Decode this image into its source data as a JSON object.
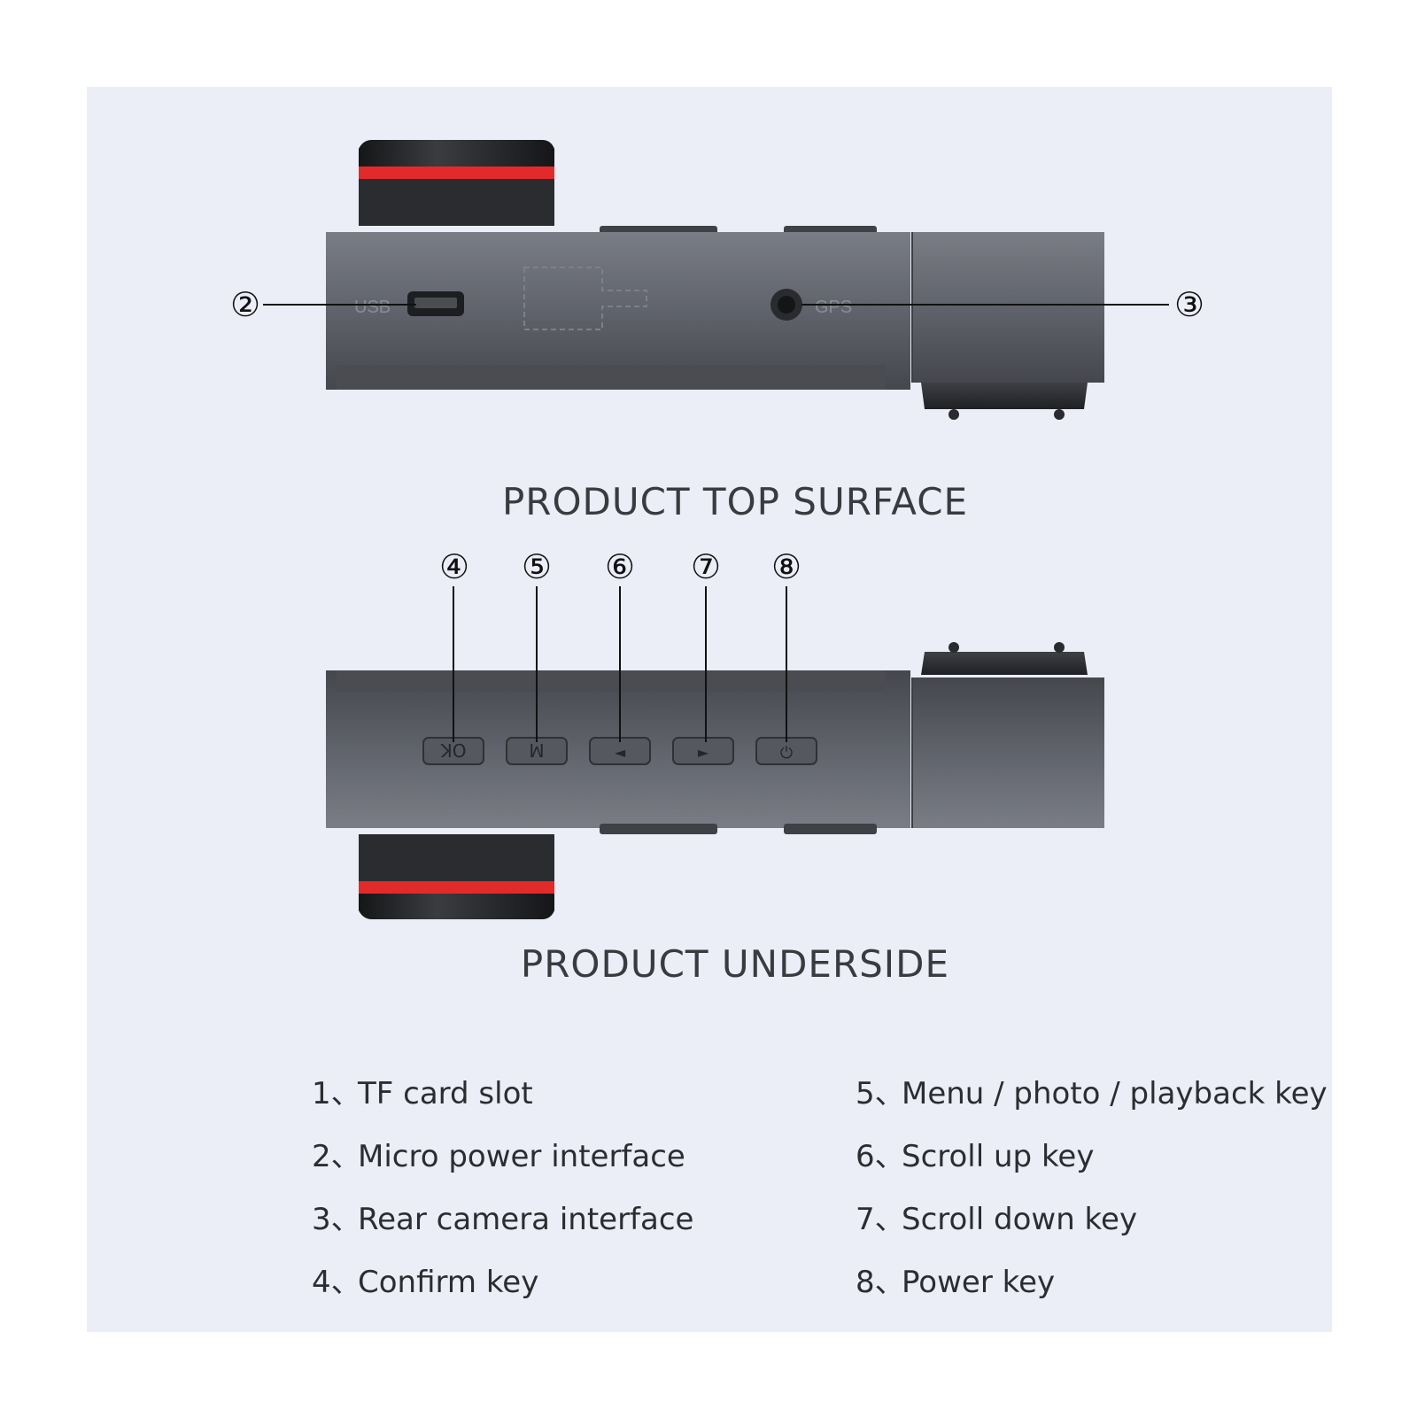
{
  "titles": {
    "top": "PRODUCT TOP SURFACE",
    "underside": "PRODUCT UNDERSIDE"
  },
  "device_labels": {
    "usb": "USB",
    "gps": "GPS"
  },
  "callouts": {
    "c2": "②",
    "c3": "③",
    "c4": "④",
    "c5": "⑤",
    "c6": "⑥",
    "c7": "⑦",
    "c8": "⑧"
  },
  "keys": {
    "ok": "OK",
    "m": "M",
    "up": "◄",
    "down": "►",
    "power": "⏻"
  },
  "legend": {
    "left": [
      {
        "num": "1、",
        "text": "TF card slot"
      },
      {
        "num": "2、",
        "text": "Micro power interface"
      },
      {
        "num": "3、",
        "text": "Rear camera interface"
      },
      {
        "num": "4、",
        "text": "Confirm key"
      }
    ],
    "right": [
      {
        "num": "5、",
        "text": "Menu / photo / playback key"
      },
      {
        "num": "6、",
        "text": "Scroll up key"
      },
      {
        "num": "7、",
        "text": "Scroll down key"
      },
      {
        "num": "8、",
        "text": "Power key"
      }
    ]
  },
  "colors": {
    "background": "#ebedf7",
    "body": "#5e6169",
    "lens": "#232427",
    "lens_stripe": "#e32a2a"
  }
}
